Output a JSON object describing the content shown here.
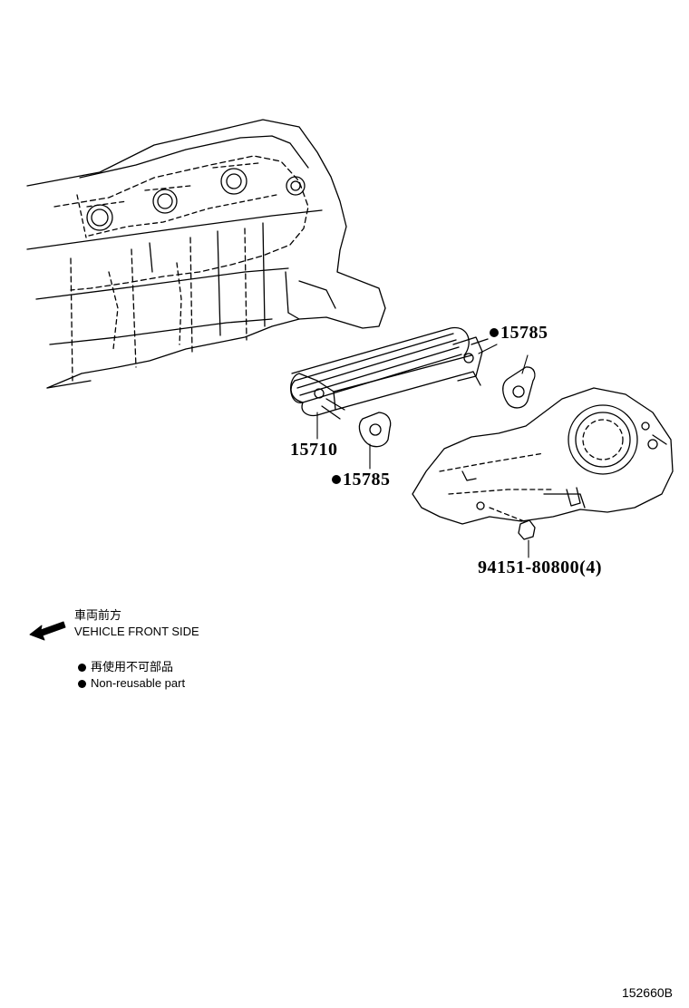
{
  "callouts": [
    {
      "part_number": "15785",
      "non_reusable": true
    },
    {
      "part_number": "15710",
      "non_reusable": false
    },
    {
      "part_number": "15785",
      "non_reusable": true
    },
    {
      "part_number": "94151-80800(4)",
      "non_reusable": false
    }
  ],
  "legend": {
    "front_jp": "車両前方",
    "front_en": "VEHICLE FRONT SIDE",
    "nonreusable_jp": "再使用不可部品",
    "nonreusable_en": "Non-reusable part"
  },
  "reference_code": "152660B",
  "icons": [
    "front-direction-arrow-icon",
    "non-reusable-dot-icon"
  ]
}
